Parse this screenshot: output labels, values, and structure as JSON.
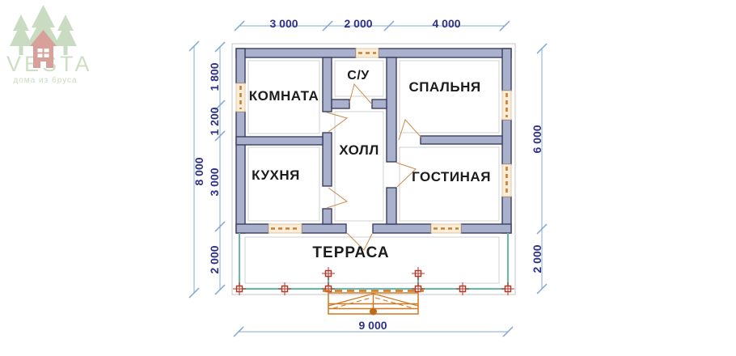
{
  "logo": {
    "brand": "VESTA",
    "tagline": "дома из бруса"
  },
  "plan": {
    "type": "floor-plan",
    "rooms": [
      {
        "id": "komnata",
        "label": "КОМНАТА"
      },
      {
        "id": "su",
        "label": "С/У"
      },
      {
        "id": "spalnya",
        "label": "СПАЛЬНЯ"
      },
      {
        "id": "holl",
        "label": "ХОЛЛ"
      },
      {
        "id": "kuhnya",
        "label": "КУХНЯ"
      },
      {
        "id": "gostinaya",
        "label": "ГОСТИНАЯ"
      },
      {
        "id": "terrasa",
        "label": "ТЕРРАСА"
      }
    ],
    "dimensions": {
      "top": [
        "3 000",
        "2 000",
        "4 000"
      ],
      "left_total": "8 000",
      "left_segments": [
        "1 800",
        "1 200",
        "3 000",
        "2 000"
      ],
      "right_segments": [
        "6 000",
        "2 000"
      ],
      "bottom_total": "9 000"
    },
    "colors": {
      "wall_fill": "#a9b1cd",
      "wall_stroke": "#3a3e60",
      "inner_outline": "#d2d2d6",
      "dimension_line": "#9db9dd",
      "dimension_text": "#2f3185",
      "window_fill": "#f7edd9",
      "window_dash": "#c87f35",
      "door_swing": "#cc8a4a",
      "terrace_rail": "#73b3ab",
      "post": "#b03a2a",
      "stairs": "#d07820",
      "logo_green": "#c9dcc1",
      "logo_red": "#d8a09a"
    }
  }
}
